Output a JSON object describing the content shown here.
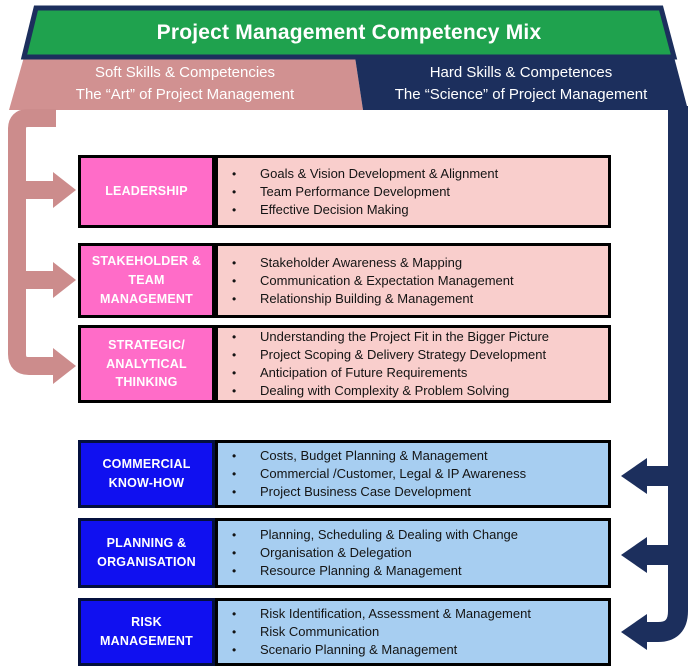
{
  "banner": {
    "title": "Project Management Competency Mix"
  },
  "soft_header": {
    "line1": "Soft Skills & Competencies",
    "line2": "The “Art” of Project Management"
  },
  "hard_header": {
    "line1": "Hard Skills & Competences",
    "line2": "The “Science” of Project Management"
  },
  "soft_rows": [
    {
      "label": "LEADERSHIP",
      "bullets": [
        "Goals & Vision Development & Alignment",
        "Team Performance Development",
        "Effective Decision Making"
      ]
    },
    {
      "label": "STAKEHOLDER &\nTEAM\nMANAGEMENT",
      "bullets": [
        "Stakeholder Awareness & Mapping",
        "Communication & Expectation Management",
        "Relationship Building & Management"
      ]
    },
    {
      "label": "STRATEGIC/\nANALYTICAL\nTHINKING",
      "bullets": [
        "Understanding the Project Fit in the Bigger Picture",
        "Project Scoping & Delivery Strategy Development",
        "Anticipation of Future Requirements",
        "Dealing with Complexity & Problem Solving"
      ]
    }
  ],
  "hard_rows": [
    {
      "label": "COMMERCIAL\nKNOW-HOW",
      "bullets": [
        "Costs, Budget Planning & Management",
        "Commercial /Customer, Legal & IP Awareness",
        "Project Business Case Development"
      ]
    },
    {
      "label": "PLANNING &\nORGANISATION",
      "bullets": [
        "Planning, Scheduling & Dealing with Change",
        "Organisation & Delegation",
        "Resource Planning & Management"
      ]
    },
    {
      "label": "RISK\nMANAGEMENT",
      "bullets": [
        "Risk Identification, Assessment & Management",
        "Risk Communication",
        "Scenario Planning & Management"
      ]
    }
  ],
  "colors": {
    "banner_green": "#1FA24E",
    "navy": "#1C2F5D",
    "rose": "#D19191",
    "rose_connector": "#CC8C8C",
    "soft_label_pink": "#FF6CC8",
    "soft_content_pink": "#F9CECC",
    "hard_label_blue": "#1010F0",
    "hard_content_blue": "#A7CEF1"
  }
}
